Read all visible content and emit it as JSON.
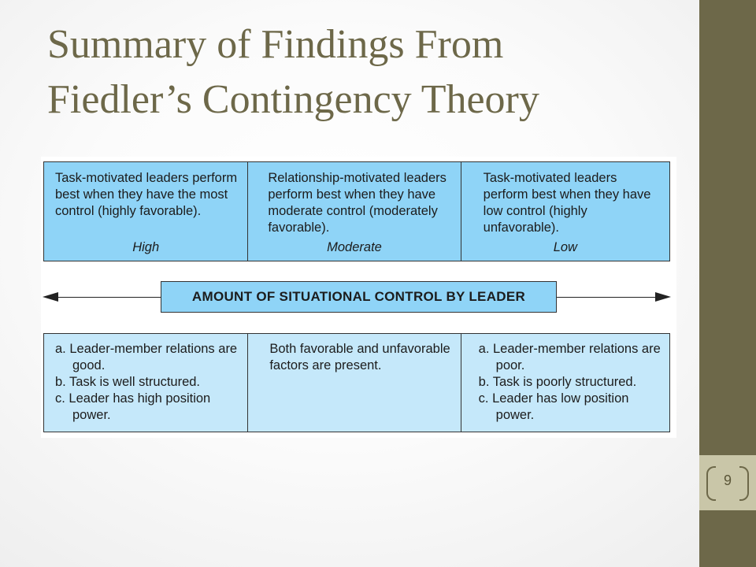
{
  "slide": {
    "title_line1": "Summary of Findings From",
    "title_line2": "Fiedler’s Contingency Theory",
    "page_number": "9"
  },
  "colors": {
    "sidebar": "#6d6849",
    "title": "#6d6849",
    "badge": "#c9c6a8",
    "box_dark": "#8fd4f7",
    "box_light": "#c5e8fa"
  },
  "diagram": {
    "top_row": [
      {
        "text": "Task-motivated leaders perform best when they have the most control (highly favorable).",
        "level": "High"
      },
      {
        "text": "Relationship-motivated leaders perform best when they have moderate control (moderately favorable).",
        "level": "Moderate"
      },
      {
        "text": "Task-motivated leaders perform best when they have low control (highly unfavorable).",
        "level": "Low"
      }
    ],
    "axis_label": "AMOUNT OF SITUATIONAL CONTROL BY LEADER",
    "bottom_row": {
      "left": [
        "a. Leader-member relations are good.",
        "b. Task is well structured.",
        "c. Leader has high position power."
      ],
      "middle": "Both favorable and unfavorable factors are present.",
      "right": [
        "a. Leader-member relations are poor.",
        "b. Task is poorly structured.",
        "c. Leader has low position power."
      ]
    }
  }
}
